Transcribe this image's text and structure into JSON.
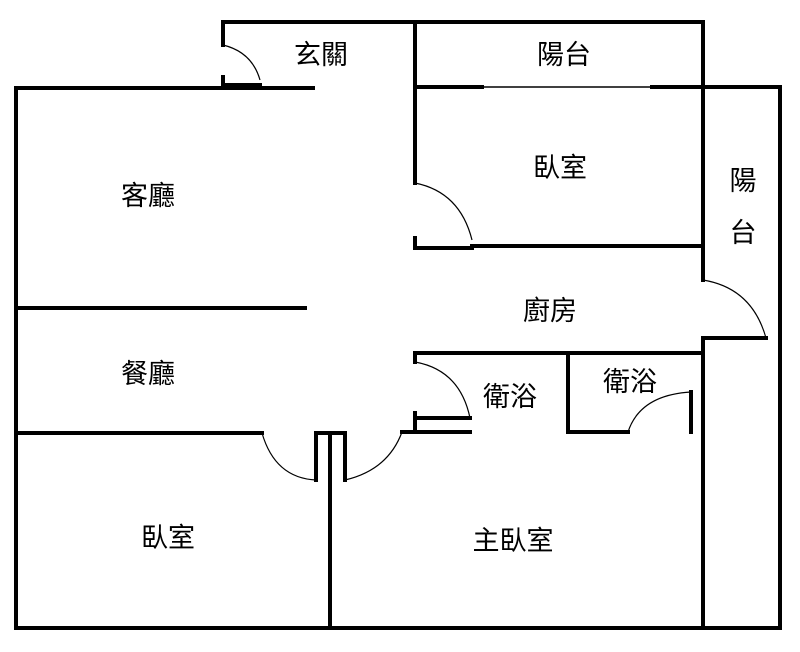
{
  "floorplan": {
    "rooms": {
      "entrance": "玄關",
      "balcony_top": "陽台",
      "bedroom_upper": "臥室",
      "living_room": "客廳",
      "balcony_side_line1": "陽",
      "balcony_side_line2": "台",
      "kitchen": "廚房",
      "dining_room": "餐廳",
      "bathroom_1": "衛浴",
      "bathroom_2": "衛浴",
      "bedroom_lower": "臥室",
      "master_bedroom": "主臥室"
    }
  }
}
